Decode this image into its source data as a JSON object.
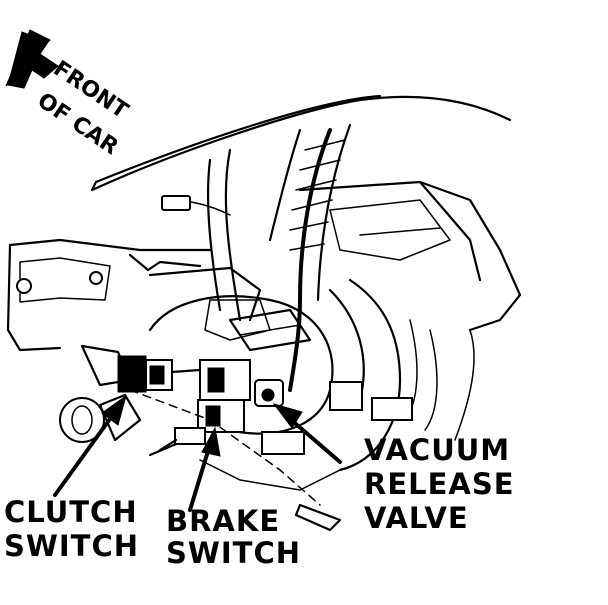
{
  "orientation": {
    "line1": "FRONT",
    "line2": "OF CAR",
    "arrow_icon": "arrow-left-up-icon"
  },
  "callouts": {
    "clutch_switch": {
      "line1": "CLUTCH",
      "line2": "SWITCH"
    },
    "brake_switch": {
      "line1": "BRAKE",
      "line2": "SWITCH"
    },
    "vacuum_release_valve": {
      "line1": "VACUUM",
      "line2": "RELEASE",
      "line3": "VALVE"
    }
  },
  "colors": {
    "ink": "#000000",
    "paper": "#ffffff"
  }
}
